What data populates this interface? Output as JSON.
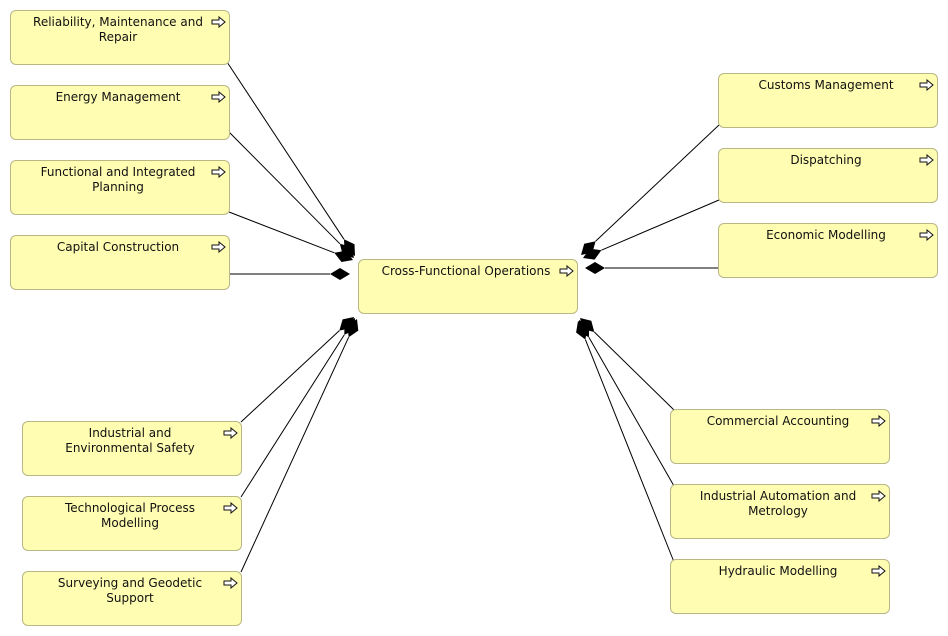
{
  "center": {
    "label": "Cross-Functional Operations",
    "arrow_icon": "navigate-arrow-icon"
  },
  "left_nodes": [
    {
      "label": "Reliability, Maintenance and Repair"
    },
    {
      "label": "Energy Management"
    },
    {
      "label": "Functional and Integrated Planning"
    },
    {
      "label": "Capital Construction"
    },
    {
      "label": "Industrial and Environmental Safety"
    },
    {
      "label": "Technological Process Modelling"
    },
    {
      "label": "Surveying and Geodetic Support"
    }
  ],
  "right_nodes": [
    {
      "label": "Customs Management"
    },
    {
      "label": "Dispatching"
    },
    {
      "label": "Economic Modelling"
    },
    {
      "label": "Commercial Accounting"
    },
    {
      "label": "Industrial Automation and Metrology"
    },
    {
      "label": "Hydraulic Modelling"
    }
  ],
  "colors": {
    "node_fill": "#fffdb2",
    "node_border": "#b9b783",
    "connector": "#000000"
  }
}
